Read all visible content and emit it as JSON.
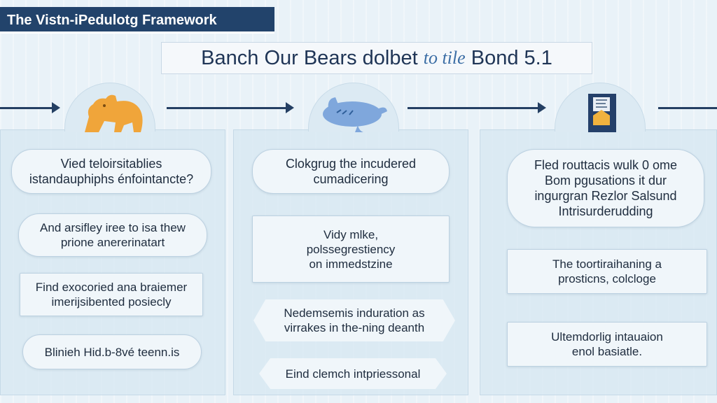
{
  "header": {
    "tag": "The Vistn-iPedulotg Framework",
    "title_main": "Banch Our Bears dolbet",
    "title_accent": "to tile",
    "title_end": "Bond 5.1"
  },
  "icons": [
    "bear-icon",
    "pig-icon",
    "bond-document-icon"
  ],
  "colors": {
    "navy": "#22436b",
    "bear": "#f0a53a",
    "pig": "#7fa7dc",
    "panel": "#d6e7f2"
  },
  "columns": [
    {
      "cards": [
        {
          "lines": [
            "Vied teloirsitablies",
            "istandauphiphs énfointancte?"
          ]
        },
        {
          "lines": [
            "And arsifley iree to isa thew",
            "prione anererinatart"
          ]
        },
        {
          "lines": [
            "Find exocoried ana braiemer",
            "imerijsibented posiecly"
          ]
        },
        {
          "lines": [
            "Blinieh Hid.b-8vé teenn.is"
          ]
        }
      ]
    },
    {
      "cards": [
        {
          "lines": [
            "Clokgrug the incudered",
            "cumadicering"
          ]
        },
        {
          "lines": [
            "Vidy mlke,",
            "polssegrestiency",
            "on immedstzine"
          ]
        },
        {
          "lines": [
            "Nedemsemis induration as",
            "virrakes in the-ning deanth"
          ]
        },
        {
          "lines": [
            "Eind clemch intpriessonal"
          ]
        }
      ]
    },
    {
      "cards": [
        {
          "lines": [
            "Fled routtacis wulk 0 ome",
            "Bom pgusations it dur",
            "ingurgran Rezlor Salsund",
            "Intrisurderudding"
          ]
        },
        {
          "lines": [
            "The toortiraihaning a",
            "prosticns, colcloge"
          ]
        },
        {
          "lines": [
            "Ultemdorlig intauaion",
            "enol basiatle."
          ]
        }
      ]
    }
  ]
}
